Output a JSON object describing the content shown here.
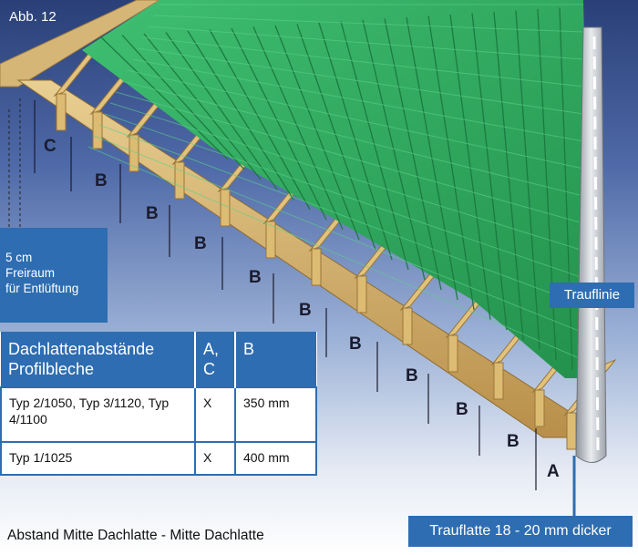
{
  "figure_label": "Abb. 12",
  "freiraum": {
    "line1": "5 cm",
    "line2": "Freiraum",
    "line3": "für Entlüftung"
  },
  "dimension_labels": [
    "C",
    "B",
    "B",
    "B",
    "B",
    "B",
    "B",
    "B",
    "B",
    "B",
    "A"
  ],
  "trauflinie_label": "Trauflinie",
  "trauflatte_label": "Trauflatte 18 - 20 mm dicker",
  "table": {
    "headers": [
      "Dachlattenabstände Profilbleche",
      "A, C",
      "B"
    ],
    "rows": [
      [
        "Typ 2/1050, Typ 3/1120, Typ 4/1100",
        "X",
        "350 mm"
      ],
      [
        "Typ 1/1025",
        "X",
        "400 mm"
      ]
    ]
  },
  "caption": "Abstand Mitte Dachlatte - Mitte Dachlatte",
  "colors": {
    "roof": "#2ea35a",
    "batten": "#e2c27c",
    "box": "#2e6db1",
    "gutter": "#c9ccd2"
  }
}
